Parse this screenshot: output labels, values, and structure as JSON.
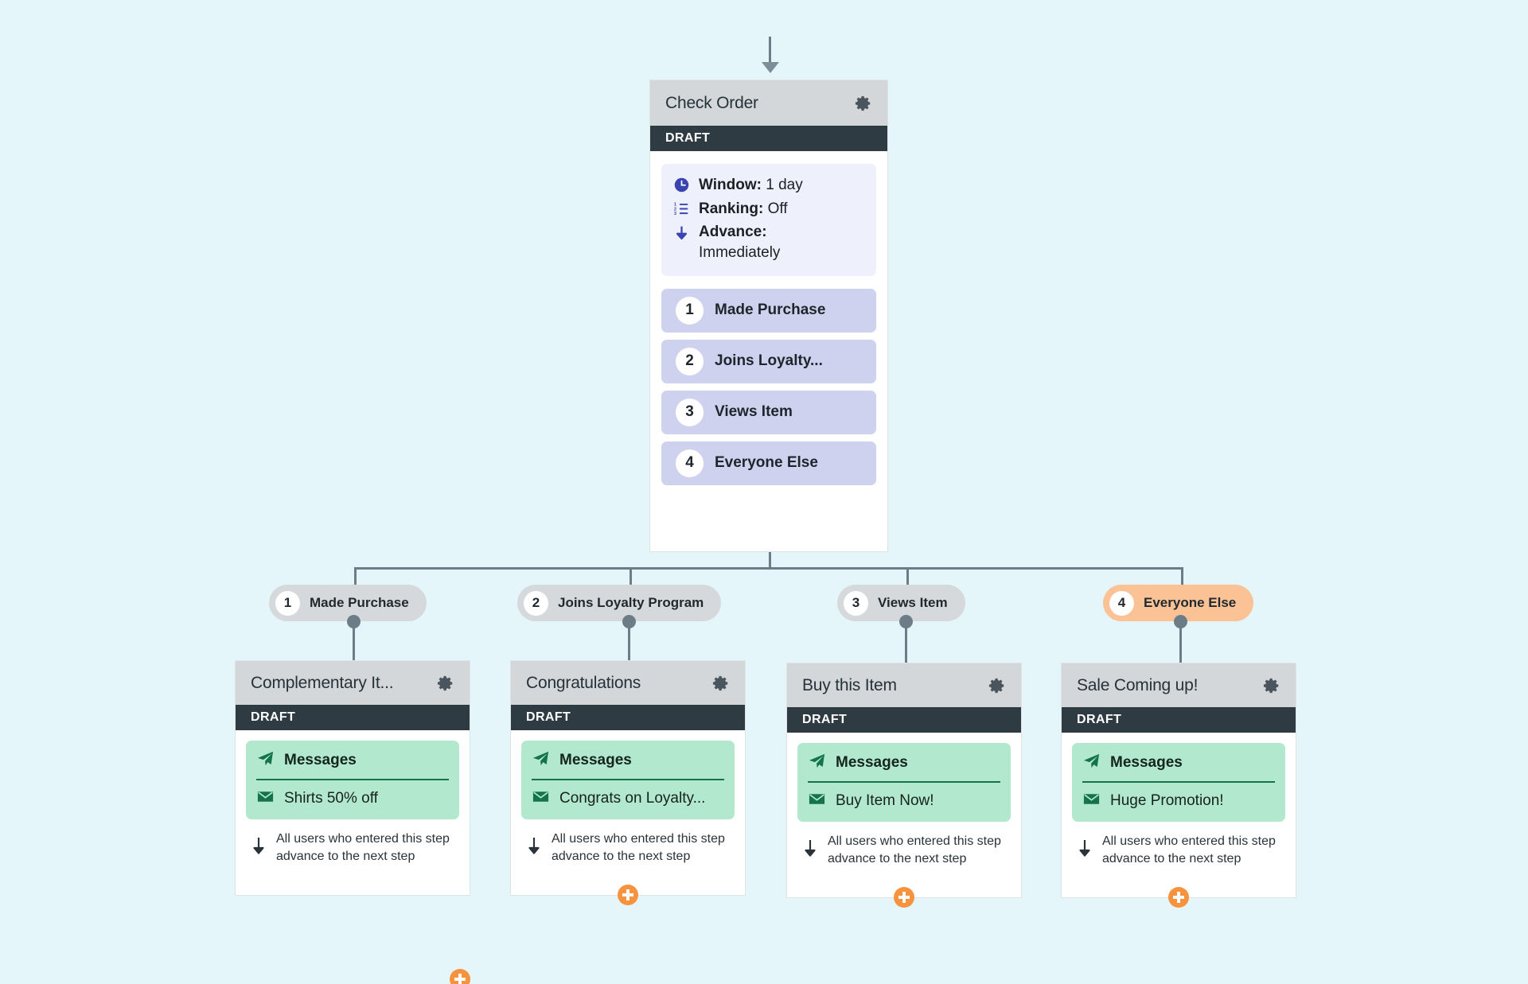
{
  "canvas": {
    "background": "#e4f6fa"
  },
  "palette": {
    "connector": "#6d7d88",
    "card_header": "#d4d7d9",
    "status_bar": "#2e3b43",
    "settings_box": "#eef0fb",
    "branch_row": "#ced2ee",
    "pill": "#d6d9db",
    "pill_highlight": "#fbc295",
    "message_box": "#b2e8ce",
    "message_accent": "#15724a",
    "plus_button": "#f7923e",
    "icon_indigo": "#3a44b0"
  },
  "main_card": {
    "title": "Check Order",
    "gear_icon": "gear-icon",
    "status": "DRAFT",
    "settings": [
      {
        "icon": "clock-icon",
        "label": "Window:",
        "value": "1 day"
      },
      {
        "icon": "ordered-list-icon",
        "label": "Ranking:",
        "value": "Off"
      },
      {
        "icon": "down-arrow-icon",
        "label": "Advance:",
        "value": "Immediately"
      }
    ],
    "branches": [
      {
        "number": "1",
        "label": "Made Purchase"
      },
      {
        "number": "2",
        "label": "Joins Loyalty..."
      },
      {
        "number": "3",
        "label": "Views Item"
      },
      {
        "number": "4",
        "label": "Everyone Else"
      }
    ]
  },
  "branch_pills": [
    {
      "number": "1",
      "label": "Made Purchase",
      "highlighted": false
    },
    {
      "number": "2",
      "label": "Joins Loyalty Program",
      "highlighted": false
    },
    {
      "number": "3",
      "label": "Views Item",
      "highlighted": false
    },
    {
      "number": "4",
      "label": "Everyone Else",
      "highlighted": true
    }
  ],
  "leaf_cards": [
    {
      "title": "Complementary It...",
      "gear_icon": "gear-icon",
      "status": "DRAFT",
      "messages_header": "Messages",
      "messages_header_icon": "paper-plane-icon",
      "message": "Shirts 50% off",
      "message_icon": "envelope-icon",
      "advance_note": "All users who entered this step advance to the next step",
      "advance_icon": "down-arrow-icon",
      "add_button": "add-step-button"
    },
    {
      "title": "Congratulations",
      "gear_icon": "gear-icon",
      "status": "DRAFT",
      "messages_header": "Messages",
      "messages_header_icon": "paper-plane-icon",
      "message": "Congrats on Loyalty...",
      "message_icon": "envelope-icon",
      "advance_note": "All users who entered this step advance to the next step",
      "advance_icon": "down-arrow-icon",
      "add_button": "add-step-button"
    },
    {
      "title": "Buy this Item",
      "gear_icon": "gear-icon",
      "status": "DRAFT",
      "messages_header": "Messages",
      "messages_header_icon": "paper-plane-icon",
      "message": "Buy Item Now!",
      "message_icon": "envelope-icon",
      "advance_note": "All users who entered this step advance to the next step",
      "advance_icon": "down-arrow-icon",
      "add_button": "add-step-button"
    },
    {
      "title": "Sale Coming up!",
      "gear_icon": "gear-icon",
      "status": "DRAFT",
      "messages_header": "Messages",
      "messages_header_icon": "paper-plane-icon",
      "message": "Huge Promotion!",
      "message_icon": "envelope-icon",
      "advance_note": "All users who entered this step advance to the next step",
      "advance_icon": "down-arrow-icon",
      "add_button": "add-step-button"
    }
  ]
}
